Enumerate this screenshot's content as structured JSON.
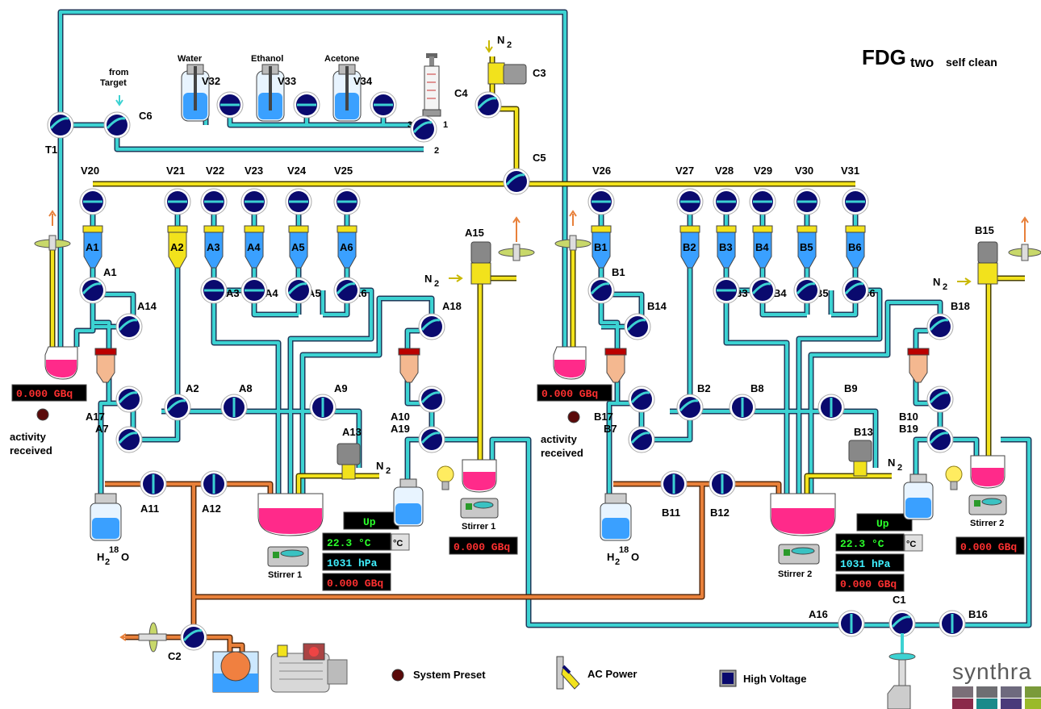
{
  "header": {
    "title_main": "FDG",
    "title_sub": "two",
    "title_note": "self clean",
    "note_color": "#e8192c"
  },
  "colors": {
    "line_cyan": "#3cd2d2",
    "line_yellow": "#f2e21c",
    "line_orange": "#e8803a",
    "valve_fill": "#0a0a6e",
    "reactor_pink": "#ff2a8a",
    "vial_blue": "#3aa0ff",
    "cartridge_yellow": "#f6e86a",
    "display_red": "#ff3030",
    "display_green": "#2bff2b",
    "display_cyan": "#40f0ff"
  },
  "top": {
    "reagents": [
      "Water",
      "Ethanol",
      "Acetone"
    ],
    "reagent_valves": [
      "V32",
      "V33",
      "V34"
    ],
    "from_target": [
      "from",
      "Target"
    ],
    "port_labels": [
      "3",
      "1",
      "2"
    ],
    "valves": [
      "T1",
      "C6",
      "C4",
      "C3",
      "C5"
    ],
    "n2": "N",
    "n2_sub": "2"
  },
  "module_a": {
    "top_valves": [
      "V20",
      "V21",
      "V22",
      "V23",
      "V24",
      "V25"
    ],
    "cartridges": [
      "A1",
      "A2",
      "A3",
      "A4",
      "A5",
      "A6"
    ],
    "valves": [
      "A1",
      "A3",
      "A4",
      "A5",
      "A6",
      "A14",
      "A17",
      "A7",
      "A2",
      "A8",
      "A9",
      "A18",
      "A10",
      "A19",
      "A11",
      "A12",
      "A13",
      "A15"
    ],
    "activity": "0.000 GBq",
    "activity_received": [
      "activity",
      "received"
    ],
    "water_label": "H",
    "water_sub": "2",
    "water_sup": "18",
    "water_o": "O",
    "stirrer_main": "Stirrer 1",
    "stirrer_side": "Stirrer 1",
    "status": "Up",
    "temperature": "22.3 °C",
    "unit_button": "°C",
    "pressure": "1031 hPa",
    "reactor_activity": "0.000 GBq",
    "side_activity": "0.000 GBq"
  },
  "module_b": {
    "top_valves": [
      "V26",
      "V27",
      "V28",
      "V29",
      "V30",
      "V31"
    ],
    "cartridges": [
      "B1",
      "B2",
      "B3",
      "B4",
      "B5",
      "B6"
    ],
    "valves": [
      "B1",
      "B3",
      "B4",
      "B5",
      "B6",
      "B14",
      "B17",
      "B7",
      "B2",
      "B8",
      "B9",
      "B18",
      "B10",
      "B19",
      "B11",
      "B12",
      "B13",
      "B15"
    ],
    "activity": "0.000 GBq",
    "activity_received": [
      "activity",
      "received"
    ],
    "water_label": "H",
    "water_sub": "2",
    "water_sup": "18",
    "water_o": "O",
    "stirrer_main": "Stirrer 2",
    "stirrer_side": "Stirrer 2",
    "status": "Up",
    "temperature": "22.3 °C",
    "unit_button": "°C",
    "pressure": "1031 hPa",
    "reactor_activity": "0.000 GBq",
    "side_activity": "0.000 GBq"
  },
  "bottom": {
    "valves": [
      "C2",
      "A16",
      "C1",
      "B16"
    ],
    "system_preset": "System Preset",
    "ac_power": "AC Power",
    "high_voltage": "High Voltage",
    "brand": "synthra"
  }
}
